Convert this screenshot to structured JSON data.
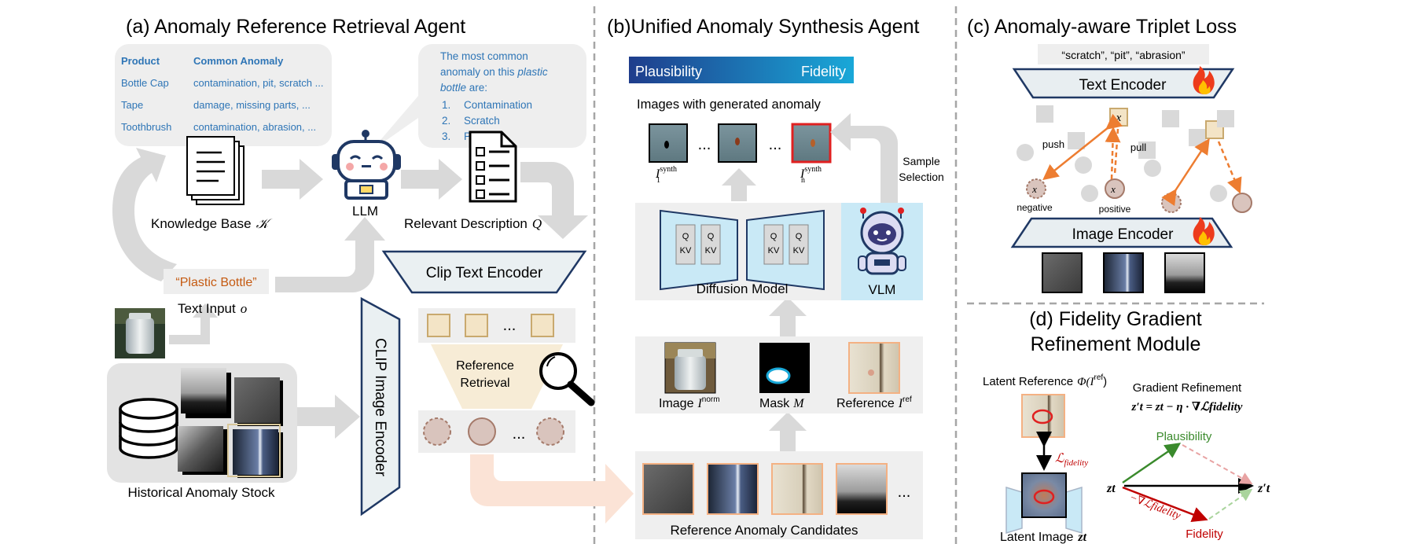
{
  "panels": {
    "a_title": "(a) Anomaly Reference Retrieval Agent",
    "b_title": "(b)Unified Anomaly Synthesis Agent",
    "c_title": "(c) Anomaly-aware Triplet Loss",
    "d_title_line1": "(d) Fidelity Gradient",
    "d_title_line2": "Refinement Module"
  },
  "table": {
    "headers": [
      "Product",
      "Common Anomaly"
    ],
    "rows": [
      [
        "Bottle Cap",
        "contamination, pit, scratch ..."
      ],
      [
        "Tape",
        "damage, missing parts, ..."
      ],
      [
        "Toothbrush",
        "contamination, abrasion, ..."
      ]
    ]
  },
  "bubble": {
    "line1": "The most common",
    "line2_pre": "anomaly on this ",
    "line2_em": "plastic",
    "line3_em": "bottle",
    "line3_post": " are:",
    "items": [
      "Contamination",
      "Scratch",
      "Pit"
    ],
    "nums": [
      "1.",
      "2.",
      "3."
    ]
  },
  "labels": {
    "knowledge_base": "Knowledge Base",
    "kb_symbol": "𝒦",
    "llm": "LLM",
    "relevant_desc": "Relevant Description",
    "q_symbol": "Q",
    "clip_text": "Clip Text Encoder",
    "clip_image": "CLIP Image Encoder",
    "plastic_bottle": "“Plastic Bottle”",
    "text_input": "Text Input",
    "o_symbol": "o",
    "hist_stock": "Historical Anomaly Stock",
    "ref_retrieval_1": "Reference",
    "ref_retrieval_2": "Retrieval",
    "ellipsis": "...",
    "plausibility": "Plausibility",
    "fidelity": "Fidelity",
    "images_generated": "Images with generated anomaly",
    "i1": "I",
    "synth": "synth",
    "sub1": "1",
    "subn": "n",
    "sample_sel_1": "Sample",
    "sample_sel_2": "Selection",
    "diffusion": "Diffusion Model",
    "vlm": "VLM",
    "q": "Q",
    "kv": "KV",
    "image_norm": "Image",
    "norm": "norm",
    "mask": "Mask",
    "m_symbol": "M",
    "reference": "Reference",
    "ref": "ref",
    "ref_candidates": "Reference Anomaly Candidates",
    "text_tags": "“scratch”, “pit”, “abrasion”",
    "text_encoder": "Text Encoder",
    "image_encoder": "Image Encoder",
    "push": "push",
    "pull": "pull",
    "negative": "negative",
    "positive": "positive",
    "x": "x",
    "latent_ref": "Latent Reference",
    "phi": "Φ(I",
    "gradient_refinement": "Gradient Refinement",
    "formula": "z′t = zt − η · ∇ℒfidelity",
    "l_fidelity": "ℒ",
    "fidelity_sub": "fidelity",
    "latent_image": "Latent Image",
    "zt": "zt",
    "zt_prime": "z′t",
    "neg_grad": "−∇ℒfidelity"
  },
  "colors": {
    "arrow_gray": "#d9d9d9",
    "panel_gray": "#efefef",
    "accent_orange": "#c55a11",
    "table_blue": "#2e75b6",
    "vlm_bg": "#c9e9f6",
    "encoder_fill": "#e8eef1",
    "token_fill": "#f3e4c6",
    "token_stroke": "#c9a96e",
    "circle_fill": "#d9c4bd",
    "circle_stroke": "#a57a6a",
    "retrieval_arrow": "#fbe3d6",
    "green": "#3a8a2c",
    "red": "#c00000",
    "gradient_start": "#1f3d8c",
    "gradient_end": "#19a8d8"
  }
}
